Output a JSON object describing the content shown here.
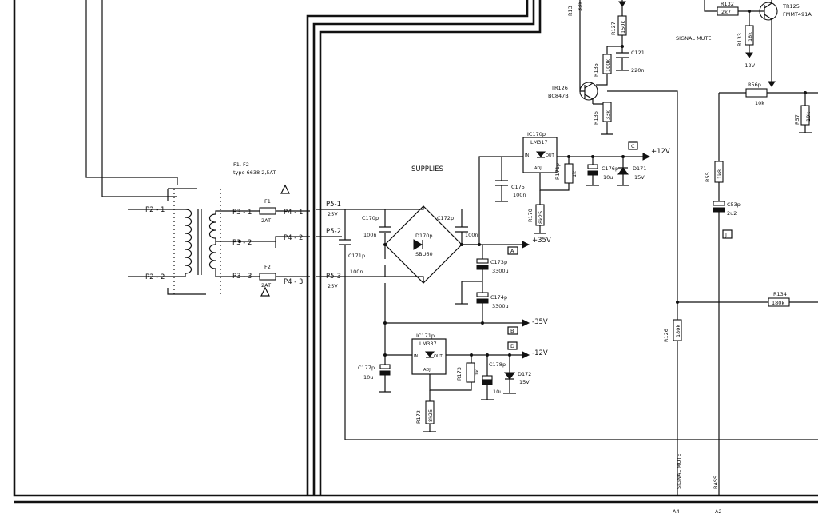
{
  "transformer": {
    "p2_1": "P2 - 1",
    "p2_2": "P2 - 2",
    "p3_1": "P3 - 1",
    "p3_2": "P3 - 2",
    "p3_3": "P3 - 3"
  },
  "fuses": {
    "note_line1": "F1, F2",
    "note_line2": "type 6638 2,5AT",
    "f1": "F1",
    "f1_rating": "2AT",
    "f2": "F2",
    "f2_rating": "2AT"
  },
  "connectors": {
    "p4_1": "P4 - 1",
    "p4_2": "P4 - 2",
    "p4_3": "P4 - 3",
    "p5_1": "P5-1",
    "p5_1_v": "25V",
    "p5_2": "P5-2",
    "p5_3": "P5-3",
    "p5_3_v": "25V"
  },
  "supplies_title": "SUPPLIES",
  "rectifier": {
    "c170": "C170p",
    "c170_v": "100n",
    "c171": "C171p",
    "c171_v": "100n",
    "c172": "C172p",
    "c172_v": "100n",
    "d170": "D170p",
    "d170_v": "SBU60",
    "c173": "C173p",
    "c173_v": "3300u",
    "c174": "C174p",
    "c174_v": "3300u",
    "plus35": "+35V",
    "minus35": "-35V",
    "tag_a": "A",
    "tag_b": "B"
  },
  "pos_reg": {
    "ic": "IC170p",
    "ic_type": "LM317",
    "pin_in": "IN",
    "pin_out": "OUT",
    "pin_adj": "ADJ",
    "c175": "C175",
    "c175_v": "100n",
    "r171": "R171p",
    "r171_v": "1k",
    "r170": "R170",
    "r170_v": "8k25",
    "c176": "C176p",
    "c176_v": "10u",
    "d171": "D171",
    "d171_v": "15V",
    "out": "+12V",
    "tag_c": "C"
  },
  "neg_reg": {
    "ic": "IC171p",
    "ic_type": "LM337",
    "pin_in": "IN",
    "pin_out": "OUT",
    "pin_adj": "ADJ",
    "c177": "C177p",
    "c177_v": "10u",
    "r173": "R173",
    "r173_v": "1k",
    "r172": "R172",
    "r172_v": "8k25",
    "c178": "C178p",
    "c178_v": "10u",
    "d172": "D172",
    "d172_v": "15V",
    "out": "-12V",
    "tag_d": "D"
  },
  "mute": {
    "tr126": "TR126",
    "tr126_type": "BC847B",
    "r127": "R127",
    "r127_v": "150k",
    "r135": "R135",
    "r135_v": "100k",
    "c121": "C121",
    "c121_v": "220n",
    "r136": "R136",
    "r136_v": "33k",
    "r13x": "R13",
    "r13x_v": "33k",
    "r132": "R132",
    "r132_v": "2k7",
    "r133": "R133",
    "r133_v": "18k",
    "tr125": "TR125",
    "tr125_type": "FMMT491A",
    "signal_mute_label": "SIGNAL MUTE",
    "minus12": "-12V",
    "r56": "R56p",
    "r56_v": "10k",
    "r57": "R57",
    "r57_v": "10k",
    "r55": "R55",
    "r55_v": "1k8",
    "c53": "C53p",
    "c53_v": "2u2",
    "tag_j": "J",
    "r134": "R134",
    "r134_v": "180k",
    "r126": "R126",
    "r126_v": "180k"
  },
  "bottom": {
    "signal_mute_vert": "SIGNAL MUTE",
    "bass_vert": "BASS",
    "a4": "A4",
    "a2": "A2"
  }
}
